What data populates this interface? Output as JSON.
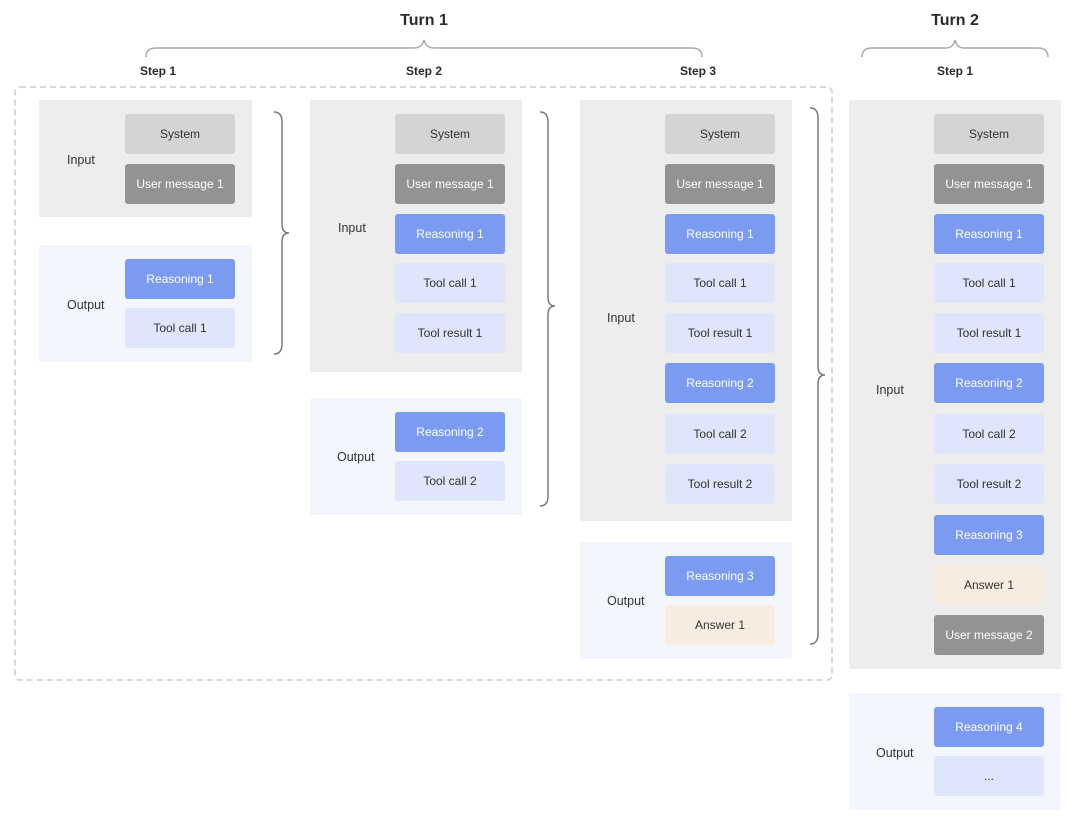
{
  "turns": [
    {
      "title": "Turn 1",
      "steps": [
        "Step 1",
        "Step 2",
        "Step 3"
      ]
    },
    {
      "title": "Turn 2",
      "steps": [
        "Step 1"
      ]
    }
  ],
  "labels": {
    "input": "Input",
    "output": "Output"
  },
  "chips": {
    "system": "System",
    "user_message_1": "User message 1",
    "user_message_2": "User message 2",
    "reasoning_1": "Reasoning 1",
    "reasoning_2": "Reasoning 2",
    "reasoning_3": "Reasoning 3",
    "reasoning_4": "Reasoning 4",
    "tool_call_1": "Tool call 1",
    "tool_call_2": "Tool call 2",
    "tool_result_1": "Tool result 1",
    "tool_result_2": "Tool result 2",
    "answer_1": "Answer 1",
    "ellipsis": "..."
  },
  "colors": {
    "system": "#d4d4d7",
    "user_message": "#939396",
    "reasoning": "#7b9bf0",
    "tool": "#dfe5fb",
    "answer": "#f6ede0",
    "input_panel": "#ededee",
    "output_panel": "#f3f6fd",
    "brace": "#7a7a7a",
    "dashed_border": "#d8d8d8"
  }
}
